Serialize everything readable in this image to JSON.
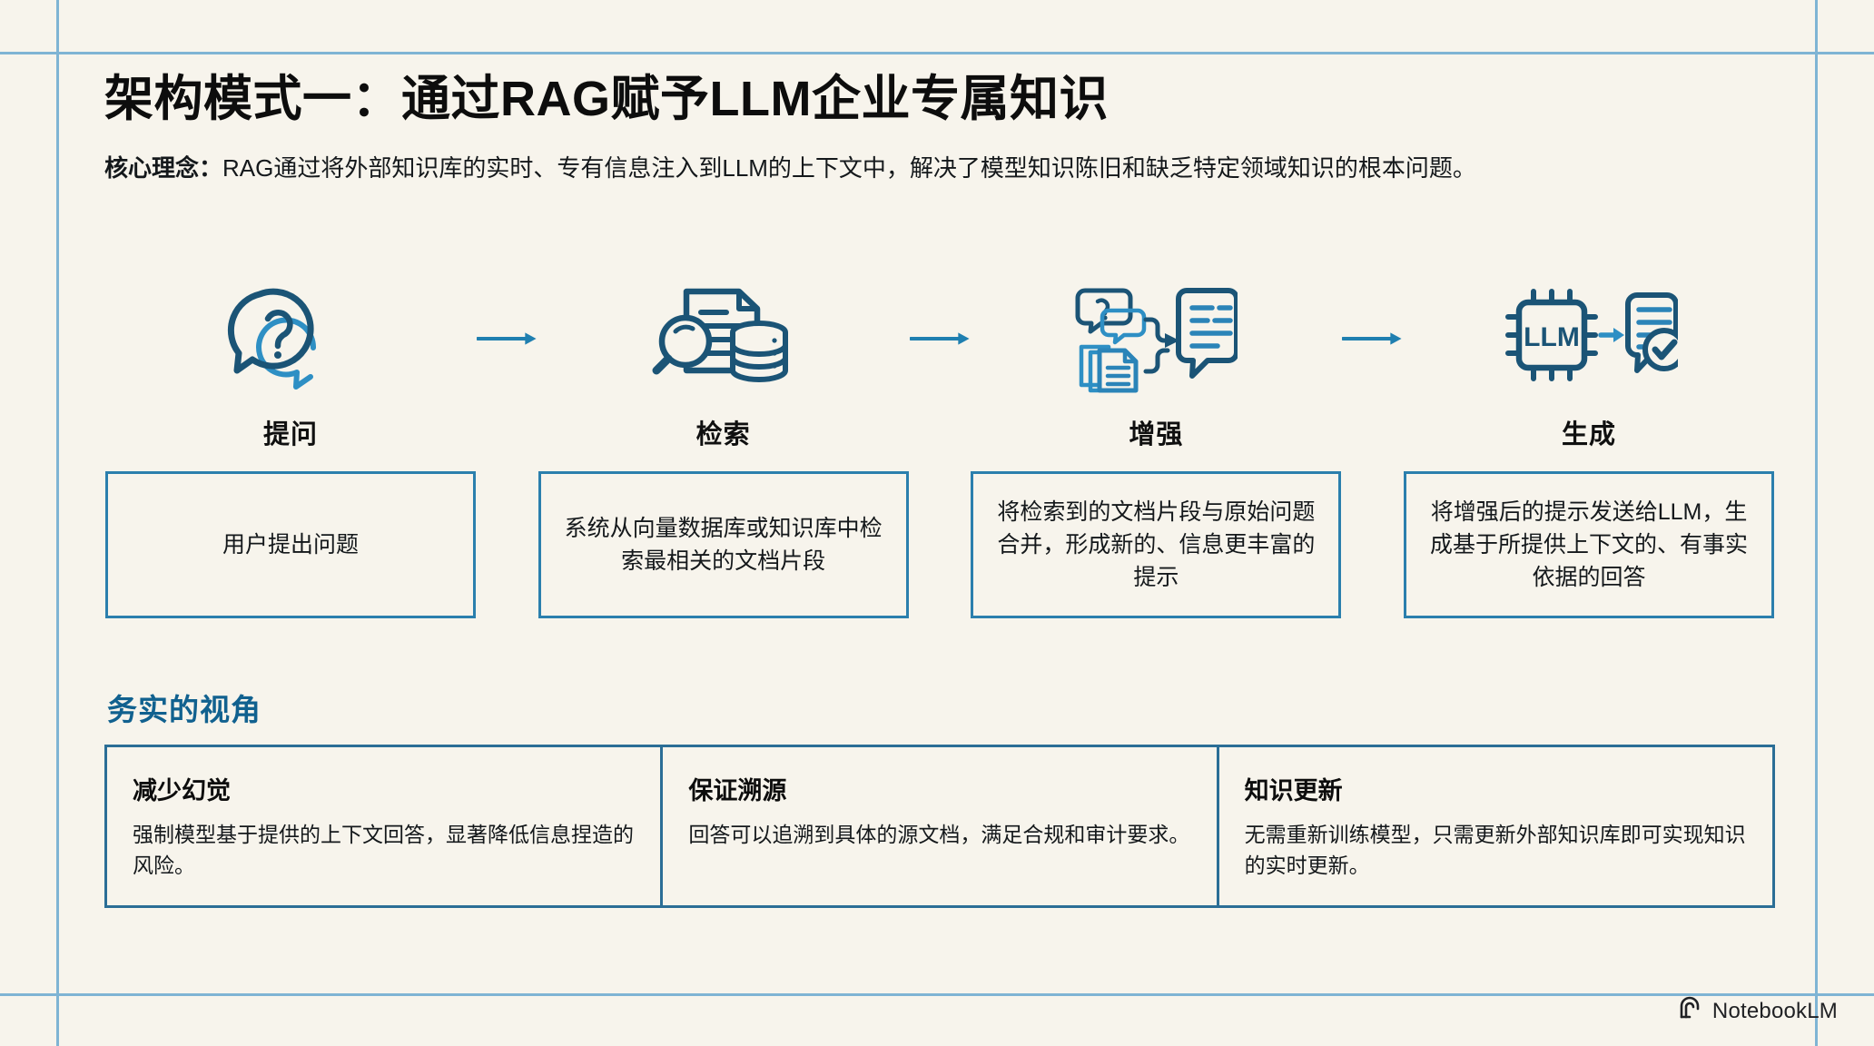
{
  "header": {
    "title": "架构模式一：通过RAG赋予LLM企业专属知识",
    "subtitle_lead": "核心理念：",
    "subtitle_body": "RAG通过将外部知识库的实时、专有信息注入到LLM的上下文中，解决了模型知识陈旧和缺乏特定领域知识的根本问题。"
  },
  "flow": {
    "steps": [
      {
        "icon": "question-bubble-icon",
        "label": "提问",
        "box": "用户提出问题"
      },
      {
        "icon": "search-document-database-icon",
        "label": "检索",
        "box": "系统从向量数据库或知识库中检索最相关的文档片段"
      },
      {
        "icon": "merge-prompt-icon",
        "label": "增强",
        "box": "将检索到的文档片段与原始问题合并，形成新的、信息更丰富的提示"
      },
      {
        "icon": "llm-chip-answer-icon",
        "label": "生成",
        "box": "将增强后的提示发送给LLM，生成基于所提供上下文的、有事实依据的回答"
      }
    ],
    "arrows": [
      "arrow-right-icon",
      "arrow-right-icon",
      "arrow-right-icon"
    ]
  },
  "perspective": {
    "heading": "务实的视角",
    "columns": [
      {
        "title": "减少幻觉",
        "body": "强制模型基于提供的上下文回答，显著降低信息捏造的风险。"
      },
      {
        "title": "保证溯源",
        "body": "回答可以追溯到具体的源文档，满足合规和审计要求。"
      },
      {
        "title": "知识更新",
        "body": "无需重新训练模型，只需更新外部知识库即可实现知识的实时更新。"
      }
    ]
  },
  "footer": {
    "logo_icon": "notebooklm-logo-icon",
    "brand": "NotebookLM"
  },
  "colors": {
    "background": "#f7f4ec",
    "accent_blue": "#2b7fad",
    "heading_blue": "#11618f",
    "icon_dark_blue": "#1b5476",
    "icon_light_blue": "#2e8fc4",
    "guide_line": "#7fb4d4",
    "text": "#111111"
  }
}
